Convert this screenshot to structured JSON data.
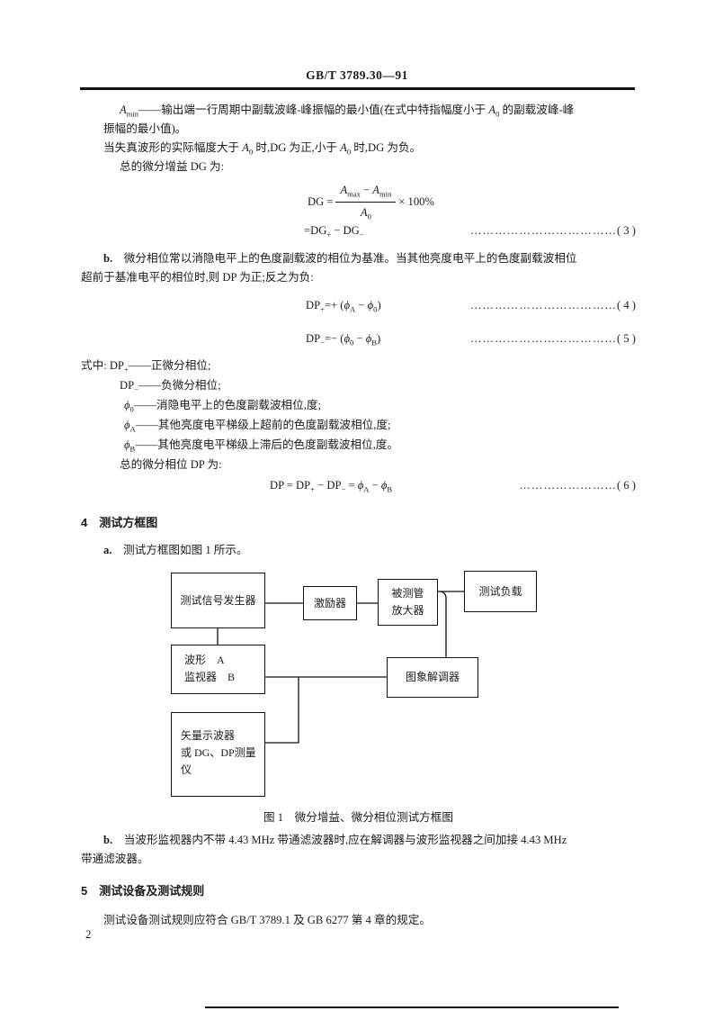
{
  "page": {
    "number": "2"
  },
  "header": {
    "doc_number": "GB/T 3789.30—91"
  },
  "body": {
    "p_amin_l1": [
      {
        "t": "A",
        "i": true
      },
      {
        "t": "min",
        "sub": true
      },
      {
        "t": "——输出端一行周期中副载波峰-峰振幅的最小值(在式中特指幅度小于 "
      },
      {
        "t": "A",
        "i": true
      },
      {
        "t": "0",
        "sub": true
      },
      {
        "t": " 的副载波峰-峰"
      }
    ],
    "p_amin_l2": [
      {
        "t": "振幅的最小值)。"
      }
    ],
    "p_dg_sign": [
      {
        "t": "当失真波形的实际幅度大于 "
      },
      {
        "t": "A",
        "i": true
      },
      {
        "t": "0",
        "sub": true
      },
      {
        "t": " 时,DG 为正,小于 "
      },
      {
        "t": "A",
        "i": true
      },
      {
        "t": "0",
        "sub": true
      },
      {
        "t": " 时,DG 为负。"
      }
    ],
    "p_dg_total": [
      {
        "t": "总的微分增益 DG 为:"
      }
    ],
    "p_b1_l1": [
      {
        "t": "b.",
        "b": true
      },
      {
        "t": "　微分相位常以消隐电平上的色度副载波的相位为基准。当其他亮度电平上的色度副载波相位"
      }
    ],
    "p_b1_l2": [
      {
        "t": "超前于基准电平的相位时,则 DP 为正;反之为负:"
      }
    ],
    "p_shizhong": [
      {
        "t": "式中: DP"
      },
      {
        "t": "+",
        "sub": true
      },
      {
        "t": "——正微分相位;"
      }
    ],
    "p_dp_minus": [
      {
        "t": "DP"
      },
      {
        "t": "−",
        "sub": true
      },
      {
        "t": "——负微分相位;"
      }
    ],
    "p_phi0": [
      {
        "t": "ϕ",
        "i": true
      },
      {
        "t": "0",
        "sub": true
      },
      {
        "t": "——消隐电平上的色度副载波相位,度;"
      }
    ],
    "p_phiA": [
      {
        "t": "ϕ",
        "i": true
      },
      {
        "t": "A",
        "sub": true
      },
      {
        "t": "——其他亮度电平梯级上超前的色度副载波相位,度;"
      }
    ],
    "p_phiB": [
      {
        "t": "ϕ",
        "i": true
      },
      {
        "t": "B",
        "sub": true
      },
      {
        "t": "——其他亮度电平梯级上滞后的色度副载波相位,度。"
      }
    ],
    "p_dp_total": [
      {
        "t": "总的微分相位 DP 为:"
      }
    ]
  },
  "equations": {
    "eq3": {
      "lhs": [
        {
          "t": "DG = "
        }
      ],
      "num": [
        {
          "t": "A",
          "i": true
        },
        {
          "t": "max",
          "sub": true
        },
        {
          "t": " − "
        },
        {
          "t": "A",
          "i": true
        },
        {
          "t": "min",
          "sub": true
        }
      ],
      "den": [
        {
          "t": "A",
          "i": true
        },
        {
          "t": "0",
          "sub": true
        }
      ],
      "rhs": [
        {
          "t": " × 100%"
        }
      ],
      "line2": [
        {
          "t": "=DG"
        },
        {
          "t": "+",
          "sub": true
        },
        {
          "t": " − DG"
        },
        {
          "t": "−",
          "sub": true
        }
      ],
      "dots": "………………………………",
      "number": "( 3 )"
    },
    "eq4": {
      "expr": [
        {
          "t": "DP"
        },
        {
          "t": "+",
          "sub": true
        },
        {
          "t": "=+ ("
        },
        {
          "t": "ϕ",
          "i": true
        },
        {
          "t": "A",
          "sub": true
        },
        {
          "t": " − "
        },
        {
          "t": "ϕ",
          "i": true
        },
        {
          "t": "0",
          "sub": true
        },
        {
          "t": ")"
        }
      ],
      "dots": "………………………………",
      "number": "( 4 )"
    },
    "eq5": {
      "expr": [
        {
          "t": "DP"
        },
        {
          "t": "−",
          "sub": true
        },
        {
          "t": "=− ("
        },
        {
          "t": "ϕ",
          "i": true
        },
        {
          "t": "0",
          "sub": true
        },
        {
          "t": " − "
        },
        {
          "t": "ϕ",
          "i": true
        },
        {
          "t": "B",
          "sub": true
        },
        {
          "t": ")"
        }
      ],
      "dots": "………………………………",
      "number": "( 5 )"
    },
    "eq6": {
      "expr": [
        {
          "t": "DP = DP"
        },
        {
          "t": "+",
          "sub": true
        },
        {
          "t": " − DP"
        },
        {
          "t": "−",
          "sub": true
        },
        {
          "t": " = "
        },
        {
          "t": "ϕ",
          "i": true
        },
        {
          "t": "A",
          "sub": true
        },
        {
          "t": " − "
        },
        {
          "t": "ϕ",
          "i": true
        },
        {
          "t": "B",
          "sub": true
        }
      ],
      "dots": "……………………",
      "number": "( 6 )"
    }
  },
  "section4": {
    "heading": "4　测试方框图",
    "item_a": [
      {
        "t": "a.",
        "b": true
      },
      {
        "t": "　测试方框图如图 1 所示。"
      }
    ],
    "item_b_l1": [
      {
        "t": "b.",
        "b": true
      },
      {
        "t": "　当波形监视器内不带 4.43 MHz 带通滤波器时,应在解调器与波形监视器之间加接 4.43 MHz"
      }
    ],
    "item_b_l2": [
      {
        "t": "带通滤波器。"
      }
    ]
  },
  "diagram": {
    "generator": "测试信号发生器",
    "exciter": "激励器",
    "dut_line1": "被测管",
    "dut_line2": "放大器",
    "load": "测试负载",
    "monitor_line1": "波形　A",
    "monitor_line2": "监视器　B",
    "demodulator": "图象解调器",
    "scope_line1": "矢量示波器",
    "scope_line2": "或 DG、DP测量仪",
    "caption": "图 1　微分增益、微分相位测试方框图"
  },
  "section5": {
    "heading": "5　测试设备及测试规则",
    "body": [
      {
        "t": "测试设备测试规则应符合 GB/T 3789.1 及 GB 6277 第 4 章的规定。"
      }
    ]
  }
}
